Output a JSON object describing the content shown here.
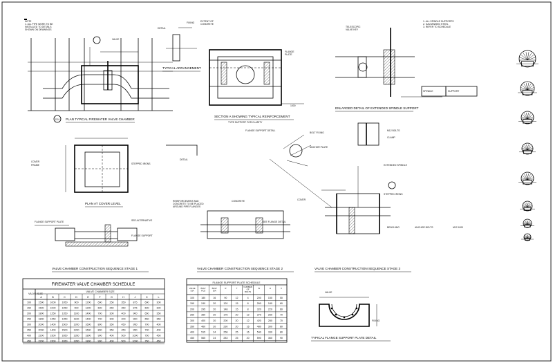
{
  "sheet": {
    "title": "FIREWATER VALVE CHAMBER DETAILS",
    "view_titles": {
      "plan_chamber": "PLAN TYPICAL FIREWATER VALVE CHAMBER",
      "typical_arrangement": "TYPICAL ARRANGEMENT",
      "section_a": "SECTION A SHOWING TYPICAL REINFORCEMENT",
      "section_a_sub": "TYPE SUPPORT FOR CLARITY",
      "enlarged_detail": "ENLARGED DETAIL OF EXTENDED SPINDLE SUPPORT",
      "plan_cover": "PLAN AT COVER LEVEL",
      "stage1": "VALVE CHAMBER CONSTRUCTION SEQUENCE STAGE 1",
      "stage2": "VALVE CHAMBER CONSTRUCTION SEQUENCE STAGE 2",
      "stage3": "VALVE CHAMBER CONSTRUCTION SEQUENCE STAGE 3",
      "flange_detail": "TYPICAL FLANGE SUPPORT PLATE DETAIL"
    },
    "labels": {
      "valve": "VALVE",
      "detail_ref": "D01",
      "section_ref": "A",
      "concrete": "CONCRETE",
      "flange_support_plate": "FLANGE SUPPORT PLATE",
      "stepped_irons": "STEPPED IRONS",
      "cover": "COVER",
      "spindle": "EXTENDED SPINDLE",
      "notes": "NOTES"
    }
  },
  "schedule1": {
    "title": "FIREWATER VALVE CHAMBER SCHEDULE",
    "size_header": "VALVE CHAMBER SIZE",
    "valve_header": "VALVE SIZE",
    "columns": [
      "A",
      "B",
      "C",
      "D",
      "E",
      "F",
      "G",
      "H",
      "J",
      "K",
      "L"
    ],
    "rows": [
      [
        "100",
        "1500",
        "1000",
        "1050",
        "900",
        "1200",
        "600",
        "250",
        "350",
        "875",
        "600",
        "300"
      ],
      [
        "150",
        "1500",
        "1000",
        "1050",
        "900",
        "1200",
        "600",
        "250",
        "350",
        "875",
        "600",
        "300"
      ],
      [
        "200",
        "1800",
        "1250",
        "1350",
        "1100",
        "1400",
        "700",
        "300",
        "400",
        "900",
        "650",
        "350"
      ],
      [
        "250",
        "1800",
        "1250",
        "1350",
        "1100",
        "1400",
        "700",
        "300",
        "400",
        "900",
        "650",
        "350"
      ],
      [
        "300",
        "2000",
        "1400",
        "1500",
        "1200",
        "1600",
        "800",
        "350",
        "450",
        "950",
        "700",
        "400"
      ],
      [
        "350",
        "2000",
        "1400",
        "1500",
        "1200",
        "1600",
        "800",
        "350",
        "450",
        "950",
        "700",
        "400"
      ],
      [
        "400",
        "2200",
        "1500",
        "1650",
        "1350",
        "1800",
        "900",
        "400",
        "500",
        "1000",
        "750",
        "450"
      ],
      [
        "450",
        "2200",
        "1500",
        "1650",
        "1350",
        "1800",
        "900",
        "400",
        "500",
        "1000",
        "750",
        "450"
      ]
    ]
  },
  "schedule2": {
    "title": "FLANGE SUPPORT PLATE SCHEDULE",
    "columns": [
      "VALVE DIA",
      "BOLT PCD",
      "BOLT DIA",
      "R",
      "T",
      "NUMBER OF BOLTS",
      "W",
      "H",
      "X"
    ],
    "rows": [
      [
        "100",
        "180",
        "16",
        "90",
        "12",
        "4",
        "200",
        "150",
        "50"
      ],
      [
        "150",
        "240",
        "20",
        "120",
        "15",
        "8",
        "260",
        "180",
        "60"
      ],
      [
        "200",
        "295",
        "20",
        "148",
        "15",
        "8",
        "320",
        "220",
        "60"
      ],
      [
        "250",
        "350",
        "20",
        "175",
        "20",
        "12",
        "370",
        "250",
        "70"
      ],
      [
        "300",
        "400",
        "20",
        "200",
        "20",
        "12",
        "420",
        "280",
        "70"
      ],
      [
        "350",
        "460",
        "20",
        "230",
        "20",
        "16",
        "480",
        "300",
        "80"
      ],
      [
        "400",
        "515",
        "24",
        "258",
        "25",
        "16",
        "540",
        "330",
        "80"
      ],
      [
        "450",
        "565",
        "24",
        "283",
        "25",
        "20",
        "590",
        "360",
        "90"
      ]
    ]
  },
  "symbols": {
    "count": 8
  }
}
